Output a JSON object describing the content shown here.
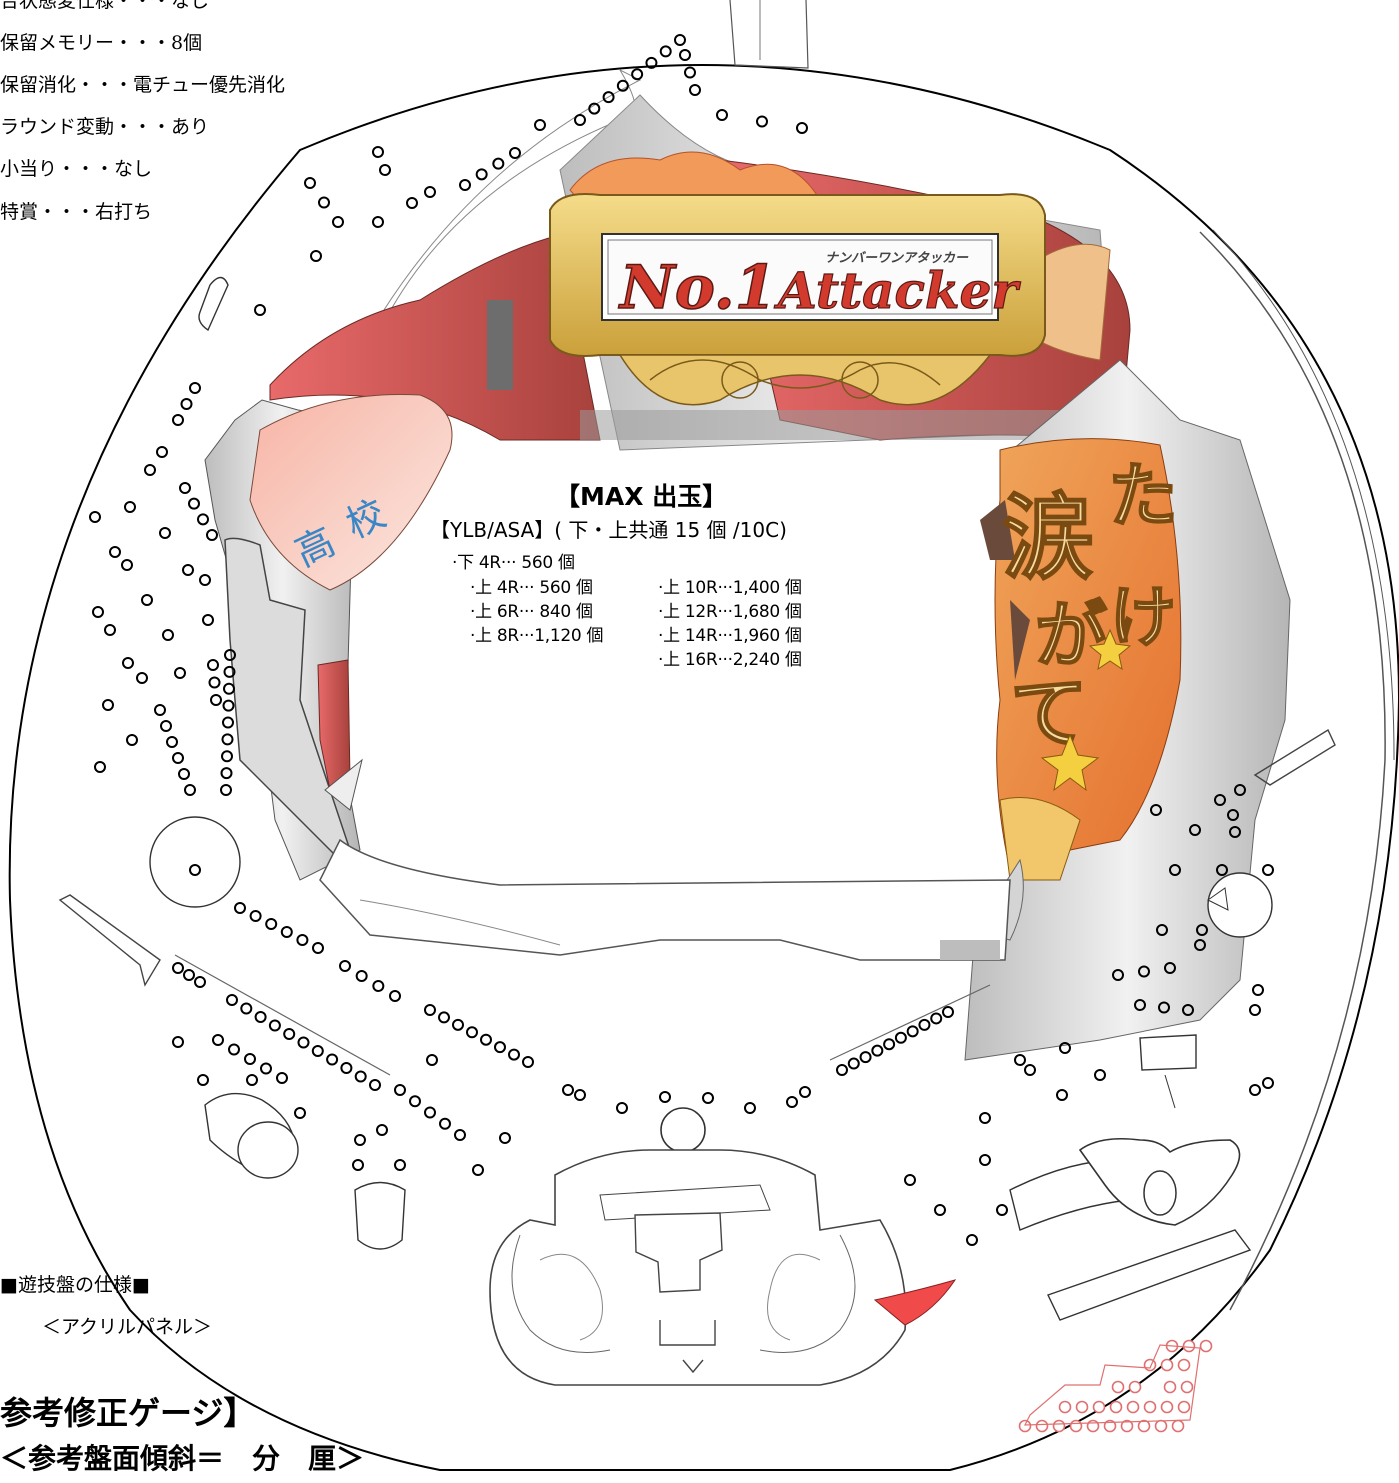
{
  "specs": {
    "line0": "合状態変仕様・・・なし",
    "line1": "保留メモリー・・・8個",
    "line2": "保留消化・・・電チュー優先消化",
    "line3": "ラウンド変動・・・あり",
    "line4": "小当り・・・なし",
    "line5": "特賞・・・右打ち"
  },
  "logo": {
    "main": "No.1",
    "word": "Attacker",
    "ruby": "ナンバーワンアタッカー"
  },
  "decor": {
    "kou": "高",
    "ko": "校",
    "namida": "涙",
    "ta": "た",
    "ga": "が",
    "ke": "け",
    "te": "て"
  },
  "max": {
    "title": "【MAX 出玉】",
    "subtitle": "【YLB/ASA】( 下・上共通 15 個 /10C)",
    "rows": [
      "·下 4R···  560 個",
      "·上 4R···  560 個",
      "·上 6R···  840 個",
      "·上 8R···1,120 個",
      "·上 10R···1,400 個",
      "·上 12R···1,680 個",
      "·上 14R···1,960 個",
      "·上 16R···2,240 個"
    ]
  },
  "footer": {
    "spec_heading": "■遊技盤の仕様■",
    "acrylic": "＜アクリルパネル＞",
    "gauge_title": "参考修正ゲージ】",
    "incline": "＜参考盤面傾斜＝　分　厘＞"
  },
  "colors": {
    "outline": "#000000",
    "gold": "#d9b23b",
    "red": "#c8413b",
    "orange": "#e9813a",
    "grey": "#c9c9c9",
    "peach": "#f6d6cc",
    "blue_text": "#3a86c6",
    "pink_dots": "#e07070"
  }
}
